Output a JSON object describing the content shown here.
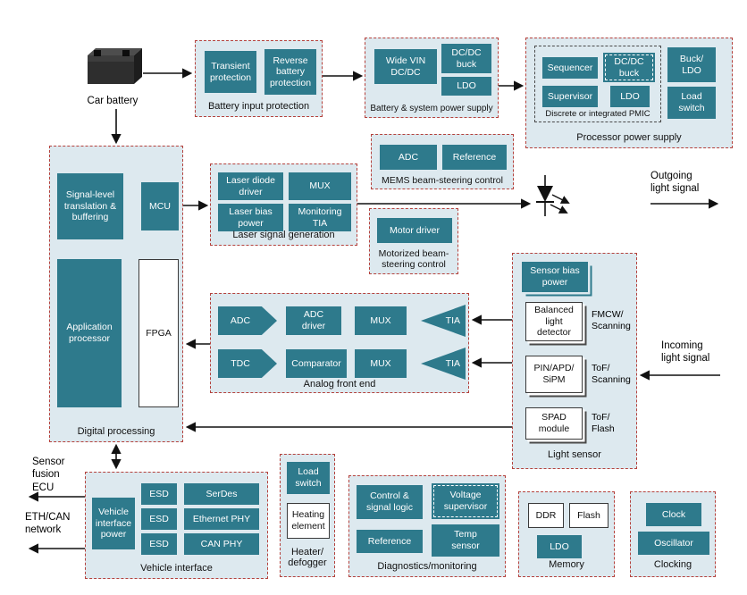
{
  "colors": {
    "block_teal": "#2e7a8c",
    "group_background": "#dde9ef",
    "group_border_red": "#b5413c",
    "arrow_black": "#111111"
  },
  "labels": {
    "car_battery": "Car battery",
    "outgoing_light": "Outgoing\nlight signal",
    "incoming_light": "Incoming\nlight signal",
    "sensor_fusion_ecu": "Sensor\nfusion\nECU",
    "eth_can_network": "ETH/CAN\nnetwork"
  },
  "groups": {
    "battery_input": {
      "title": "Battery input protection",
      "blocks": {
        "transient": "Transient\nprotection",
        "reverse": "Reverse\nbattery\nprotection"
      }
    },
    "battery_system": {
      "title": "Battery & system power supply",
      "blocks": {
        "wide_vin": "Wide VIN\nDC/DC",
        "dcdc_buck": "DC/DC\nbuck",
        "ldo": "LDO"
      }
    },
    "processor_power": {
      "title": "Processor power supply",
      "pmic_title": "Discrete or integrated PMIC",
      "blocks": {
        "sequencer": "Sequencer",
        "dcdc_buck": "DC/DC\nbuck",
        "supervisor": "Supervisor",
        "ldo": "LDO",
        "buck_ldo": "Buck/\nLDO",
        "load_switch": "Load\nswitch"
      }
    },
    "digital_processing": {
      "title": "Digital processing",
      "blocks": {
        "signal_level": "Signal-level\ntranslation &\nbuffering",
        "mcu": "MCU",
        "app_processor": "Application\nprocessor",
        "fpga": "FPGA"
      }
    },
    "laser_generation": {
      "title": "Laser signal generation",
      "blocks": {
        "laser_diode_driver": "Laser diode\ndriver",
        "mux": "MUX",
        "laser_bias_power": "Laser bias\npower",
        "monitoring_tia": "Monitoring\nTIA"
      }
    },
    "mems_control": {
      "title": "MEMS beam-steering control",
      "blocks": {
        "adc": "ADC",
        "reference": "Reference"
      }
    },
    "motor_control": {
      "title": "Motorized beam-\nsteering control",
      "blocks": {
        "motor_driver": "Motor driver"
      }
    },
    "analog_front_end": {
      "title": "Analog front end",
      "blocks": {
        "adc": "ADC",
        "adc_driver": "ADC\ndriver",
        "mux": "MUX",
        "tia": "TIA",
        "tdc": "TDC",
        "comparator": "Comparator"
      }
    },
    "light_sensor": {
      "title": "Light sensor",
      "blocks": {
        "sensor_bias": "Sensor bias\npower",
        "balanced_detector": "Balanced\nlight\ndetector",
        "pin_apd_sipm": "PIN/APD/\nSiPM",
        "spad_module": "SPAD\nmodule"
      },
      "side_labels": {
        "fmcw": "FMCW/\nScanning",
        "tof_scanning": "ToF/\nScanning",
        "tof_flash": "ToF/\nFlash"
      }
    },
    "vehicle_interface": {
      "title": "Vehicle interface",
      "blocks": {
        "vehicle_interface_power": "Vehicle\ninterface\npower",
        "esd": "ESD",
        "serdes": "SerDes",
        "ethernet_phy": "Ethernet PHY",
        "can_phy": "CAN PHY"
      }
    },
    "heater": {
      "title": "Heater/\ndefogger",
      "blocks": {
        "load_switch": "Load\nswitch",
        "heating_element": "Heating\nelement"
      }
    },
    "diagnostics": {
      "title": "Diagnostics/monitoring",
      "blocks": {
        "control_logic": "Control &\nsignal logic",
        "voltage_supervisor": "Voltage\nsupervisor",
        "reference": "Reference",
        "temp_sensor": "Temp\nsensor"
      }
    },
    "memory": {
      "title": "Memory",
      "blocks": {
        "ddr": "DDR",
        "flash": "Flash",
        "ldo": "LDO"
      }
    },
    "clocking": {
      "title": "Clocking",
      "blocks": {
        "clock": "Clock",
        "oscillator": "Oscillator"
      }
    }
  }
}
